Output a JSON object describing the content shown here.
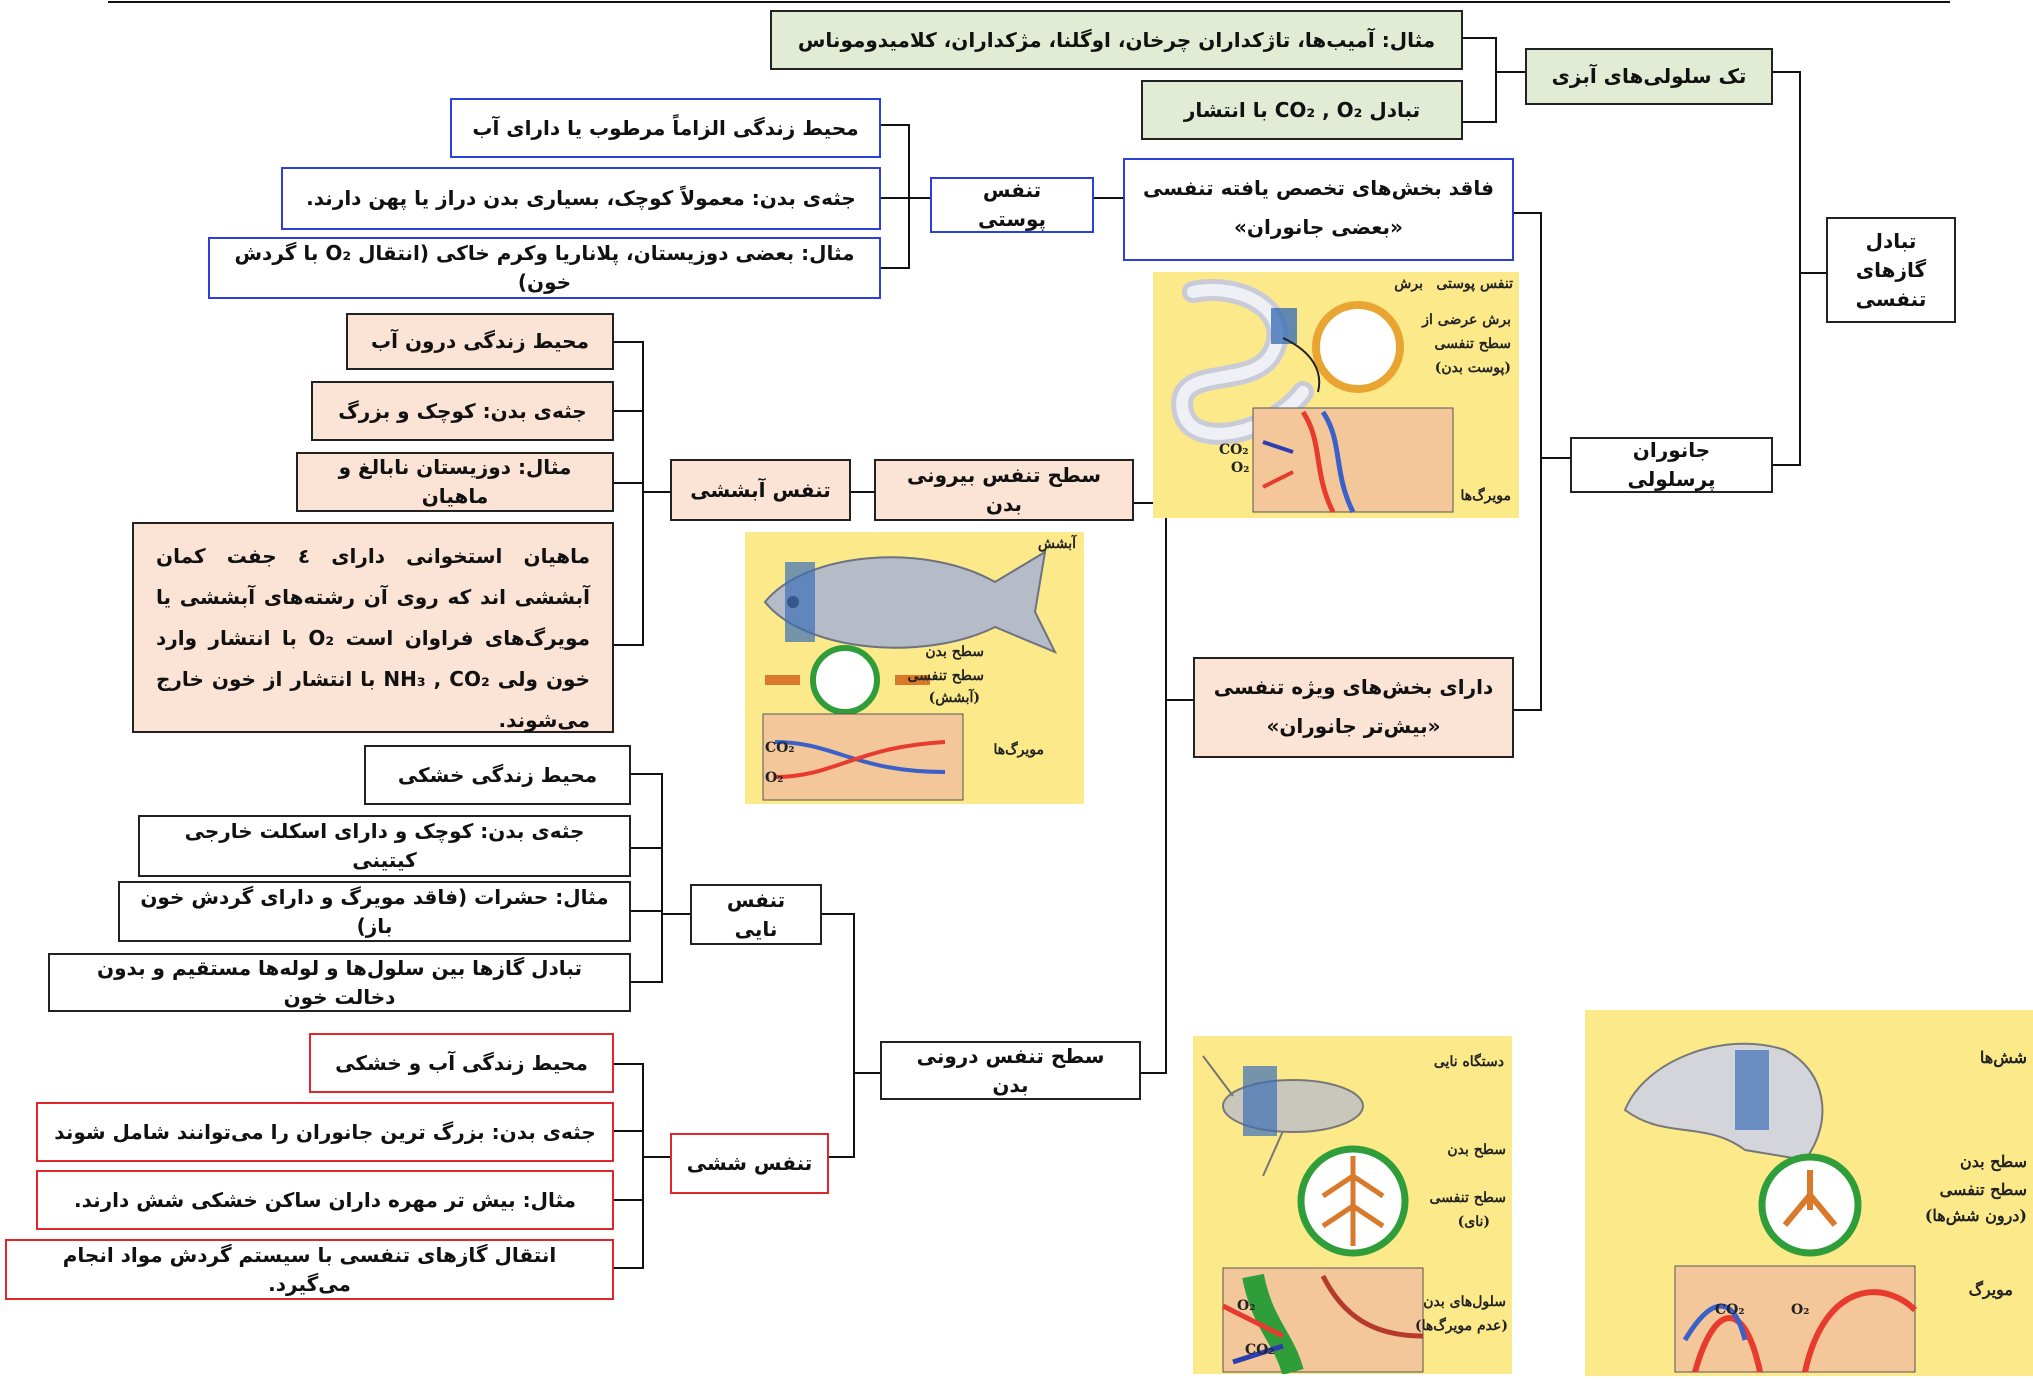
{
  "root": {
    "label": "تبادل گازهای تنفسی"
  },
  "branch1": {
    "title": "تک سلولی‌های آبزی",
    "example": "مثال: آمیب‌ها، تاژکداران چرخان، اوگلنا، مژکداران، کلامیدوموناس",
    "exchange": "تبادل CO₂ , O₂ با انتشار"
  },
  "multicellular": {
    "title": "جانوران پرسلولی"
  },
  "no_specialized": {
    "title": "فاقد بخش‌های تخصص یافته تنفسی",
    "subtitle": "«بعضی جانوران»"
  },
  "skin_resp": {
    "title": "تنفس پوستی",
    "habitat": "محیط زندگی الزاماً مرطوب یا دارای آب",
    "body": "جثه‌ی بدن: معمولاً کوچک، بسیاری بدن دراز یا پهن دارند.",
    "example": "مثال: بعضی دوزیستان، پلاناریا وکرم خاکی (انتقال O₂ با گردش خون)"
  },
  "specialized": {
    "title": "دارای بخش‌های ویژه تنفسی",
    "subtitle": "«بیش‌تر جانوران»"
  },
  "external_surface": {
    "title": "سطح تنفس بیرونی بدن"
  },
  "internal_surface": {
    "title": "سطح تنفس درونی بدن"
  },
  "gill": {
    "title": "تنفس آبششی",
    "habitat": "محیط زندگی درون آب",
    "body": "جثه‌ی بدن: کوچک و بزرگ",
    "example": "مثال: دوزیستان نابالغ و ماهیان",
    "note": "ماهیان استخوانی دارای ٤ جفت کمان آبششی اند که روی آن رشته‌های آبششی یا مویرگ‌های فراوان است O₂ با انتشار وارد خون ولی NH₃ , CO₂ با انتشار از خون خارج می‌شوند."
  },
  "tracheal": {
    "title": "تنفس نایی",
    "habitat": "محیط زندگی خشکی",
    "body": "جثه‌ی بدن: کوچک و دارای اسکلت خارجی کیتینی",
    "example": "مثال: حشرات (فاقد مویرگ و دارای گردش خون باز)",
    "exchange": "تبادل گازها بین سلول‌ها و لوله‌ها مستقیم و بدون دخالت خون"
  },
  "lung": {
    "title": "تنفس ششی",
    "habitat": "محیط زندگی آب و خشکی",
    "body": "جثه‌ی بدن: بزرگ ترین جانوران را می‌توانند شامل شوند",
    "example": "مثال: بیش تر مهره داران ساکن خشکی شش دارند.",
    "transport": "انتقال گازهای تنفسی با سیستم گردش مواد انجام می‌گیرد."
  },
  "fig_skin": {
    "title": "تنفس پوستی",
    "cut": "برش",
    "cross": "برش عرضی از",
    "surface": "سطح تنفسی",
    "skin": "(پوست بدن)",
    "co2": "CO₂",
    "o2": "O₂",
    "capillaries": "مویرگ‌ها"
  },
  "fig_gill": {
    "title": "آبشش",
    "body_surface": "سطح بدن",
    "surface": "سطح تنفسی",
    "gill": "(آبشش)",
    "capillaries": "مویرگ‌ها",
    "co2": "CO₂",
    "o2": "O₂"
  },
  "fig_trachea": {
    "title": "دستگاه نایی",
    "body_surface": "سطح بدن",
    "surface": "سطح تنفسی",
    "trachea": "(نای)",
    "cells": "سلول‌های بدن",
    "no_cap": "(عدم مویرگ‌ها)",
    "o2": "O₂",
    "co2": "CO₂"
  },
  "fig_lung": {
    "title": "شش‌ها",
    "body_surface": "سطح بدن",
    "surface": "سطح تنفسی",
    "inside": "(درون شش‌ها)",
    "capillary": "مویرگ",
    "co2": "CO₂",
    "o2": "O₂"
  },
  "colors": {
    "green_fill": "#e2ecd5",
    "peach_fill": "#fbe3d5",
    "blue_border": "#2c3fd8",
    "red_border": "#e3262b",
    "figure_bg": "#fbe98a"
  }
}
